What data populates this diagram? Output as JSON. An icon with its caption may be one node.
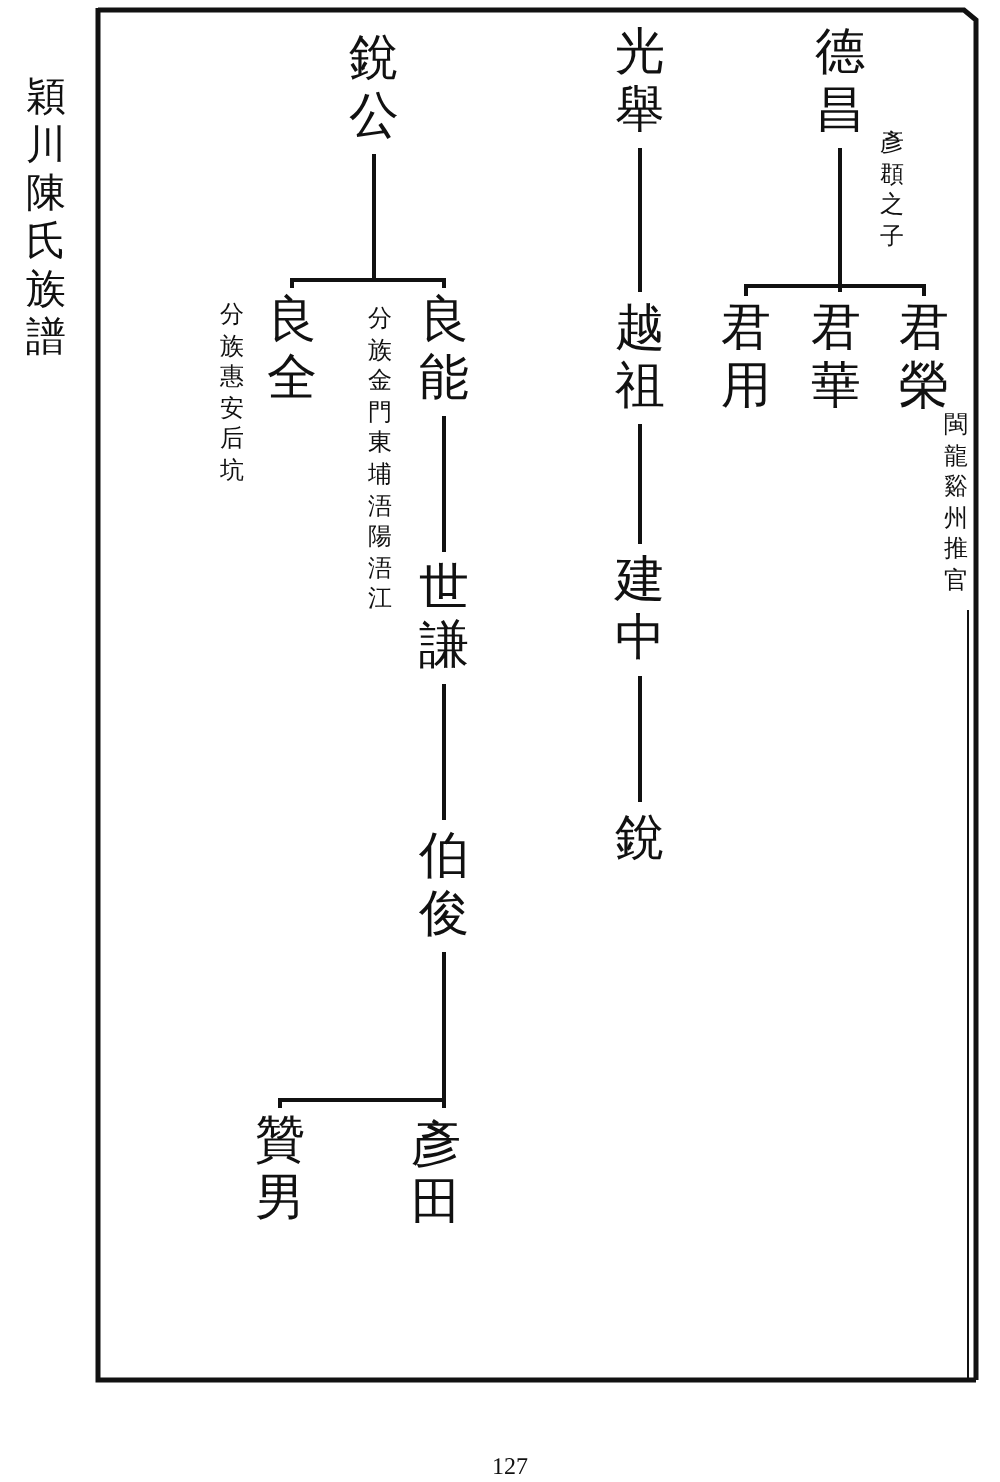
{
  "diagram": {
    "title": "穎川陳氏族譜",
    "nodes": [
      {
        "text": [
          "德昌"
        ],
        "beside": [
          "彥頵之子"
        ]
      },
      {
        "text": [
          "君榮"
        ],
        "beside": [
          "閩龍谿州推官"
        ]
      },
      {
        "text": [
          "君華"
        ]
      },
      {
        "text": [
          "君用"
        ]
      },
      {
        "text": [
          "光舉"
        ]
      },
      {
        "text": [
          "越祖"
        ]
      },
      {
        "text": [
          "建中"
        ]
      },
      {
        "text": [
          "銳"
        ]
      },
      {
        "text": [
          "銳公"
        ]
      },
      {
        "text": [
          "良能"
        ],
        "beside": [
          "分族金門東埔浯陽浯江"
        ]
      },
      {
        "text": [
          "良全"
        ],
        "beside": [
          "分族惠安后坑"
        ]
      },
      {
        "text": [
          "世謙"
        ]
      },
      {
        "text": [
          "伯俊"
        ]
      },
      {
        "text": [
          "彥田"
        ]
      },
      {
        "text": [
          "贊男"
        ]
      }
    ],
    "edges": [
      {
        "from": 0,
        "to": 1,
        "arrow": "none"
      },
      {
        "from": 0,
        "to": 2,
        "arrow": "none"
      },
      {
        "from": 0,
        "to": 3,
        "arrow": "none"
      },
      {
        "from": 4,
        "to": 5,
        "arrow": "none"
      },
      {
        "from": 5,
        "to": 6,
        "arrow": "none"
      },
      {
        "from": 6,
        "to": 7,
        "arrow": "none"
      },
      {
        "from": 8,
        "to": 9,
        "arrow": "none"
      },
      {
        "from": 8,
        "to": 10,
        "arrow": "none"
      },
      {
        "from": 9,
        "to": 11,
        "arrow": "none"
      },
      {
        "from": 11,
        "to": 12,
        "arrow": "none"
      },
      {
        "from": 12,
        "to": 13,
        "arrow": "none"
      },
      {
        "from": 12,
        "to": 14,
        "arrow": "none"
      }
    ],
    "labels": [
      "127"
    ]
  }
}
